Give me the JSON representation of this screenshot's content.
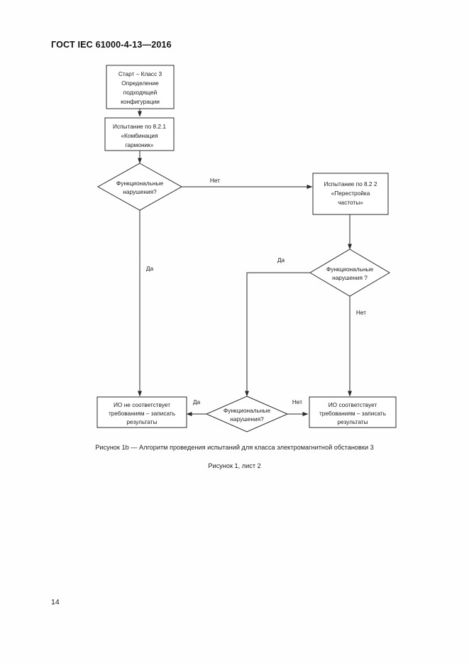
{
  "document": {
    "header": "ГОСТ IEC 61000-4-13—2016",
    "page_number": "14",
    "figure_caption": "Рисунок 1b — Алгоритм проведения испытаний для класса электромагнитной обстановки 3",
    "figure_subcaption": "Рисунок 1, лист 2"
  },
  "flowchart": {
    "nodes": [
      {
        "id": "start",
        "type": "process",
        "lines": [
          "Старт – Класс 3",
          "Определение",
          "подходящей",
          "конфигурации"
        ]
      },
      {
        "id": "test-821",
        "type": "process",
        "lines": [
          "Испытание по 8.2.1",
          "«Комбинация",
          "гармоник»"
        ]
      },
      {
        "id": "decision-1",
        "type": "decision",
        "lines": [
          "Функциональные",
          "нарушения?"
        ]
      },
      {
        "id": "test-822",
        "type": "process",
        "lines": [
          "Испытание по 8.2 2",
          "«Перестройка",
          "частоты»"
        ]
      },
      {
        "id": "decision-2",
        "type": "decision",
        "lines": [
          "Функциональные",
          "нарушения ?"
        ]
      },
      {
        "id": "decision-3",
        "type": "decision",
        "lines": [
          "Функциональные",
          "нарушения?"
        ]
      },
      {
        "id": "fail-result",
        "type": "process",
        "lines": [
          "ИО не соответствует",
          "требованиям – записать",
          "результаты"
        ]
      },
      {
        "id": "pass-result",
        "type": "process",
        "lines": [
          "ИО  соответствует",
          "требованиям – записать",
          "результаты"
        ]
      }
    ],
    "edge_labels": {
      "d1_no": "Нет",
      "d1_yes": "Да",
      "d2_yes": "Да",
      "d2_no": "Нет",
      "d3_yes": "Да",
      "d3_no": "Нет"
    }
  },
  "colors": {
    "ink": "#2b2b2b",
    "text": "#1a1a1a",
    "paper": "#fefefe"
  }
}
